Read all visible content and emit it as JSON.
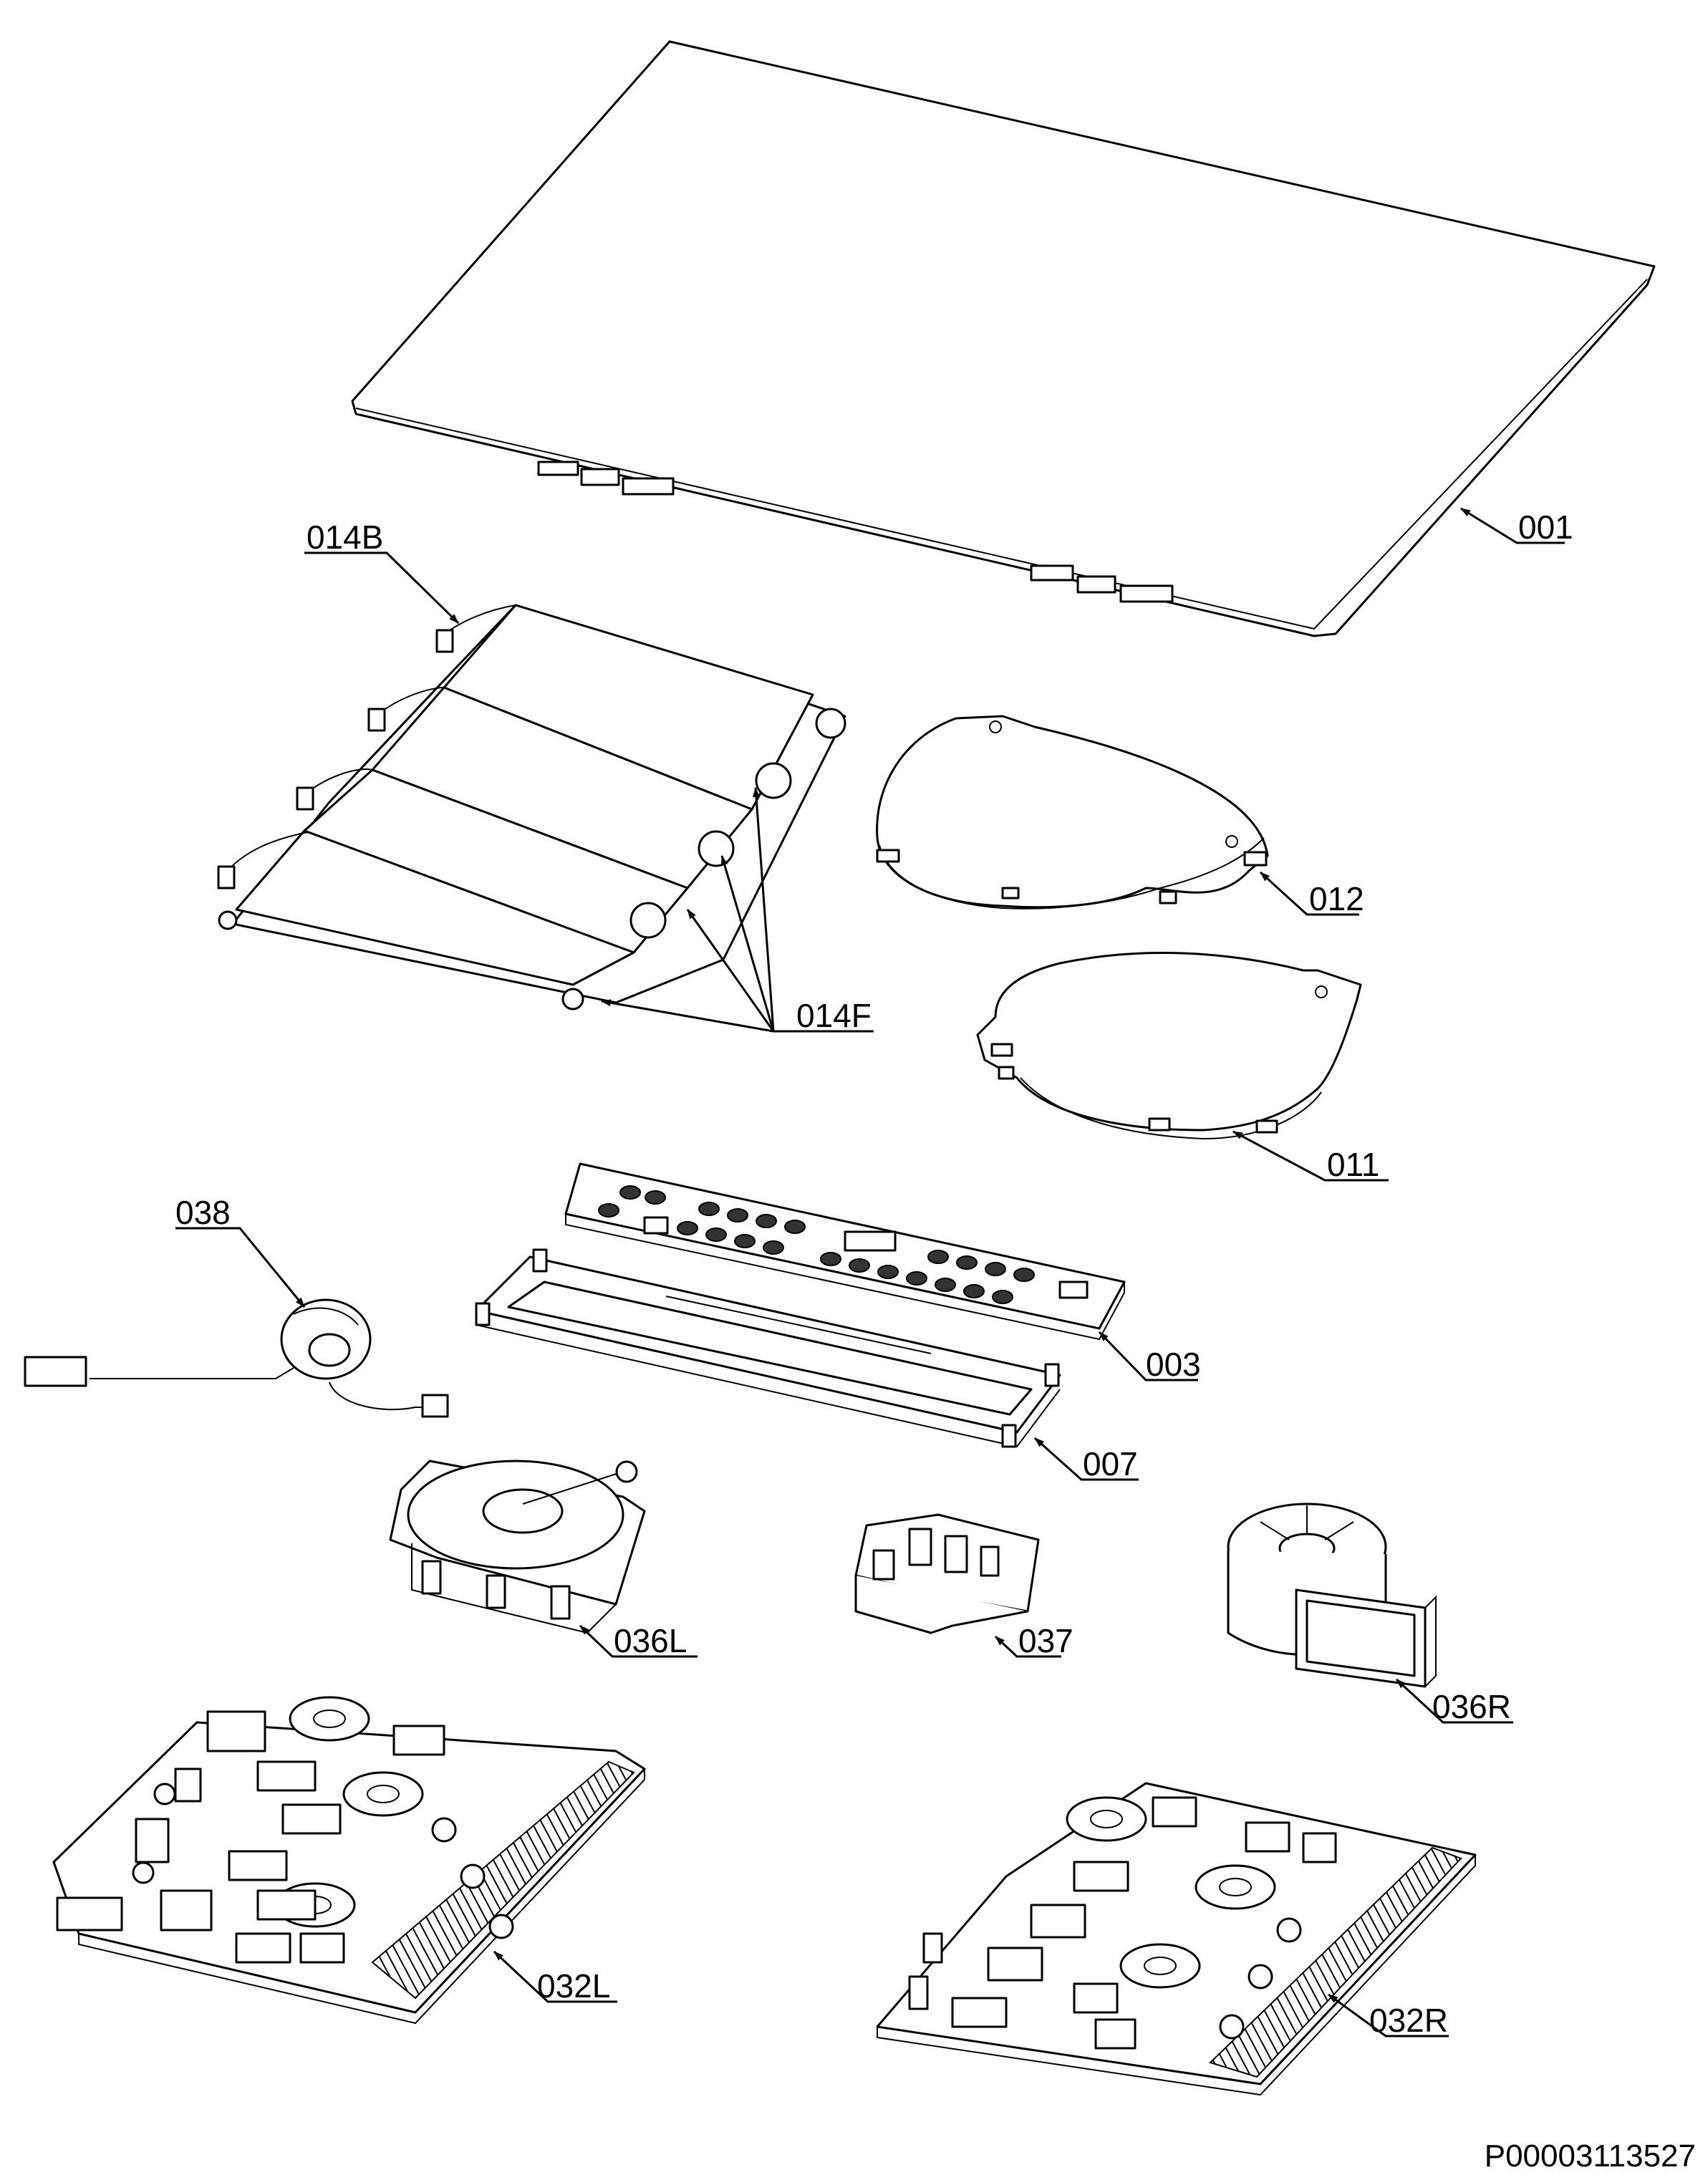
{
  "labels": {
    "l001": "001",
    "l014B": "014B",
    "l012": "012",
    "l014F": "014F",
    "l011": "011",
    "l038": "038",
    "l003": "003",
    "l007": "007",
    "l036L": "036L",
    "l037": "037",
    "l036R": "036R",
    "l032L": "032L",
    "l032R": "032R"
  },
  "document_id": "P00003113527"
}
